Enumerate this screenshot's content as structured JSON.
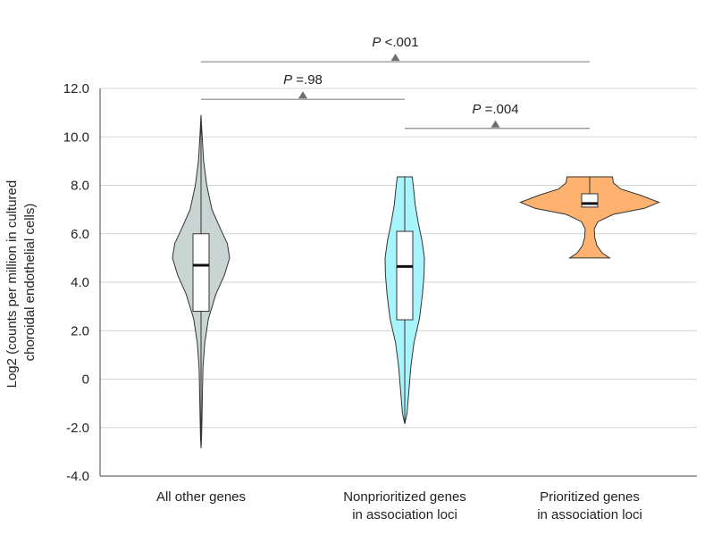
{
  "chart_data": {
    "type": "violin",
    "ylabel_lines": [
      "Log2 (counts per million in cultured",
      "choroidal endothelial cells)"
    ],
    "ylim": [
      -4.0,
      12.0
    ],
    "yticks": [
      -4.0,
      -2.0,
      0,
      2.0,
      4.0,
      6.0,
      8.0,
      10.0,
      12.0
    ],
    "ytick_labels": [
      "-4.0",
      "-2.0",
      "0",
      "2.0",
      "4.0",
      "6.0",
      "8.0",
      "10.0",
      "12.0"
    ],
    "grid": true,
    "groups": [
      {
        "label_lines": [
          "All other genes"
        ],
        "color": "#c9d5d3",
        "median": 4.7,
        "q1": 2.8,
        "q3": 6.0,
        "whisker_low": -2.8,
        "whisker_high": 10.9,
        "density": [
          [
            -2.85,
            0
          ],
          [
            -2.4,
            0.02
          ],
          [
            -1.5,
            0.035
          ],
          [
            -0.5,
            0.05
          ],
          [
            0.5,
            0.07
          ],
          [
            1.5,
            0.13
          ],
          [
            2.5,
            0.26
          ],
          [
            3.5,
            0.52
          ],
          [
            4.3,
            0.82
          ],
          [
            5.0,
            1.0
          ],
          [
            5.6,
            0.92
          ],
          [
            6.2,
            0.68
          ],
          [
            7.0,
            0.38
          ],
          [
            8.0,
            0.2
          ],
          [
            9.0,
            0.09
          ],
          [
            10.0,
            0.04
          ],
          [
            10.9,
            0
          ]
        ]
      },
      {
        "label_lines": [
          "Nonprioritized genes",
          "in association loci"
        ],
        "color": "#a8f4fc",
        "median": 4.65,
        "q1": 2.45,
        "q3": 6.1,
        "whisker_low": -1.8,
        "whisker_high": 8.35,
        "density": [
          [
            -1.85,
            0
          ],
          [
            -1.4,
            0.12
          ],
          [
            -0.5,
            0.21
          ],
          [
            0.5,
            0.31
          ],
          [
            1.5,
            0.47
          ],
          [
            2.5,
            0.75
          ],
          [
            3.5,
            0.9
          ],
          [
            4.3,
            0.98
          ],
          [
            5.0,
            1.0
          ],
          [
            5.7,
            0.88
          ],
          [
            6.4,
            0.7
          ],
          [
            7.2,
            0.53
          ],
          [
            7.8,
            0.46
          ],
          [
            8.35,
            0.38
          ]
        ]
      },
      {
        "label_lines": [
          "Prioritized genes",
          "in association loci"
        ],
        "color": "#fdb36f",
        "median": 7.25,
        "q1": 7.1,
        "q3": 7.65,
        "whisker_low": 7.1,
        "whisker_high": 8.35,
        "density": [
          [
            5.0,
            0.22
          ],
          [
            5.2,
            0.14
          ],
          [
            5.5,
            0.08
          ],
          [
            5.85,
            0.055
          ],
          [
            6.2,
            0.05
          ],
          [
            6.5,
            0.09
          ],
          [
            6.8,
            0.26
          ],
          [
            7.05,
            0.6
          ],
          [
            7.3,
            0.76
          ],
          [
            7.6,
            0.55
          ],
          [
            7.85,
            0.34
          ],
          [
            8.1,
            0.26
          ],
          [
            8.35,
            0.25
          ]
        ]
      }
    ],
    "comparisons": [
      {
        "from": 0,
        "to": 1,
        "y": 11.55,
        "label_prefix": "P",
        "label_value": " =.98"
      },
      {
        "from": 1,
        "to": 2,
        "y": 10.35,
        "label_prefix": "P",
        "label_value": " =.004"
      },
      {
        "from": 0,
        "to": 2,
        "y": 13.1,
        "label_prefix": "P",
        "label_value": " <.001"
      }
    ]
  }
}
